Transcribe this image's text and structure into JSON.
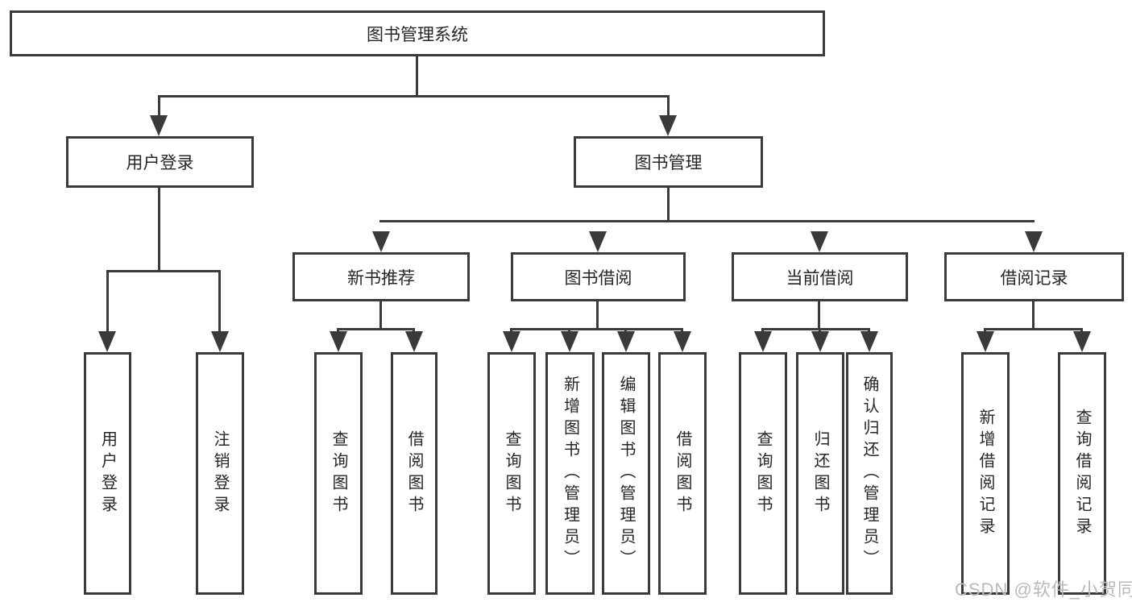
{
  "diagram": {
    "type": "hierarchy-tree",
    "root": {
      "label": "图书管理系统",
      "children": [
        {
          "label": "用户登录",
          "children": [
            {
              "label": "用户登录"
            },
            {
              "label": "注销登录"
            }
          ]
        },
        {
          "label": "图书管理",
          "children": [
            {
              "label": "新书推荐",
              "children": [
                {
                  "label": "查询图书"
                },
                {
                  "label": "借阅图书"
                }
              ]
            },
            {
              "label": "图书借阅",
              "children": [
                {
                  "label": "查询图书"
                },
                {
                  "label": "新增图书（管理员）"
                },
                {
                  "label": "编辑图书（管理员）"
                },
                {
                  "label": "借阅图书"
                }
              ]
            },
            {
              "label": "当前借阅",
              "children": [
                {
                  "label": "查询图书"
                },
                {
                  "label": "归还图书"
                },
                {
                  "label": "确认归还（管理员）"
                }
              ]
            },
            {
              "label": "借阅记录",
              "children": [
                {
                  "label": "新增借阅记录"
                },
                {
                  "label": "查询借阅记录"
                }
              ]
            }
          ]
        }
      ]
    },
    "watermark": "CSDN @软件_小贺同学",
    "colors": {
      "line": "#3a3a3a",
      "text": "#262626",
      "box_background": "#ffffff",
      "watermark": "#b9b9b9",
      "background": "#ffffff"
    }
  }
}
